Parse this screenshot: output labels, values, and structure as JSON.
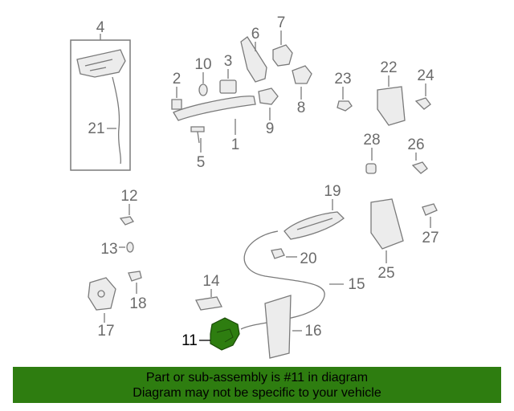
{
  "diagram": {
    "callouts": {
      "c1": "1",
      "c2": "2",
      "c3": "3",
      "c4": "4",
      "c5": "5",
      "c6": "6",
      "c7": "7",
      "c8": "8",
      "c9": "9",
      "c10": "10",
      "c11": "11",
      "c12": "12",
      "c13": "13",
      "c14": "14",
      "c15": "15",
      "c16": "16",
      "c17": "17",
      "c18": "18",
      "c19": "19",
      "c20": "20",
      "c21": "21",
      "c22": "22",
      "c23": "23",
      "c24": "24",
      "c25": "25",
      "c26": "26",
      "c27": "27",
      "c28": "28"
    },
    "highlighted_part": "11",
    "highlight_color": "#2e7d10"
  },
  "banner": {
    "line1": "Part or sub-assembly is #11 in diagram",
    "line2": "Diagram may not be specific to your vehicle",
    "background": "#2e7d10"
  }
}
